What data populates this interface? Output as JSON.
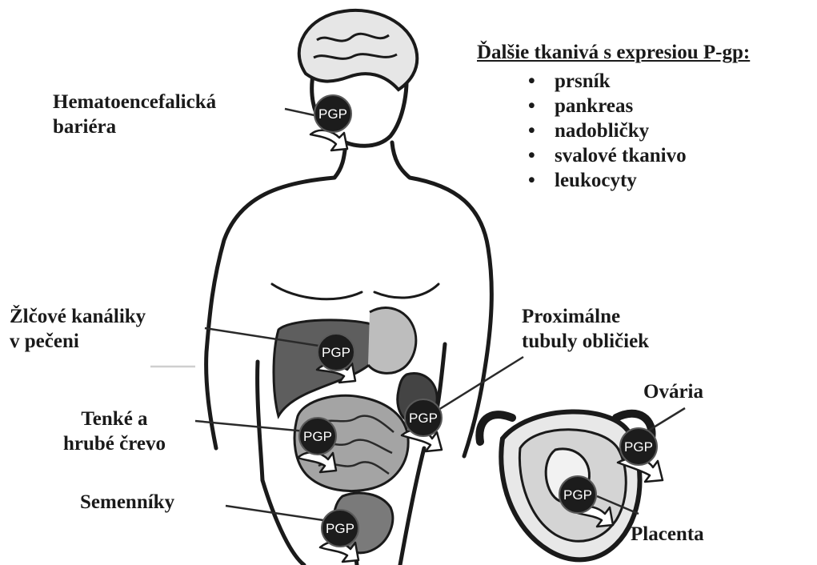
{
  "heading": "Ďalšie tkanivá s expresiou P-gp:",
  "tissues": [
    "prsník",
    "pankreas",
    "nadobličky",
    "svalové tkanivo",
    "leukocyty"
  ],
  "labels": {
    "bbb": [
      "Hematoencefalická",
      "bariéra"
    ],
    "liver": [
      "Žlčové kanáliky",
      "v pečeni"
    ],
    "kidney": [
      "Proximálne",
      "tubuly obličiek"
    ],
    "intestine": [
      "Tenké a",
      "hrubé črevo"
    ],
    "testes": "Semenníky",
    "ovaries": "Ovária",
    "placenta": "Placenta"
  },
  "pgp_marker_text": "PGP",
  "colors": {
    "text": "#1a1a1a",
    "marker": "#1c1c1c",
    "organ": "#5e5e5e"
  }
}
